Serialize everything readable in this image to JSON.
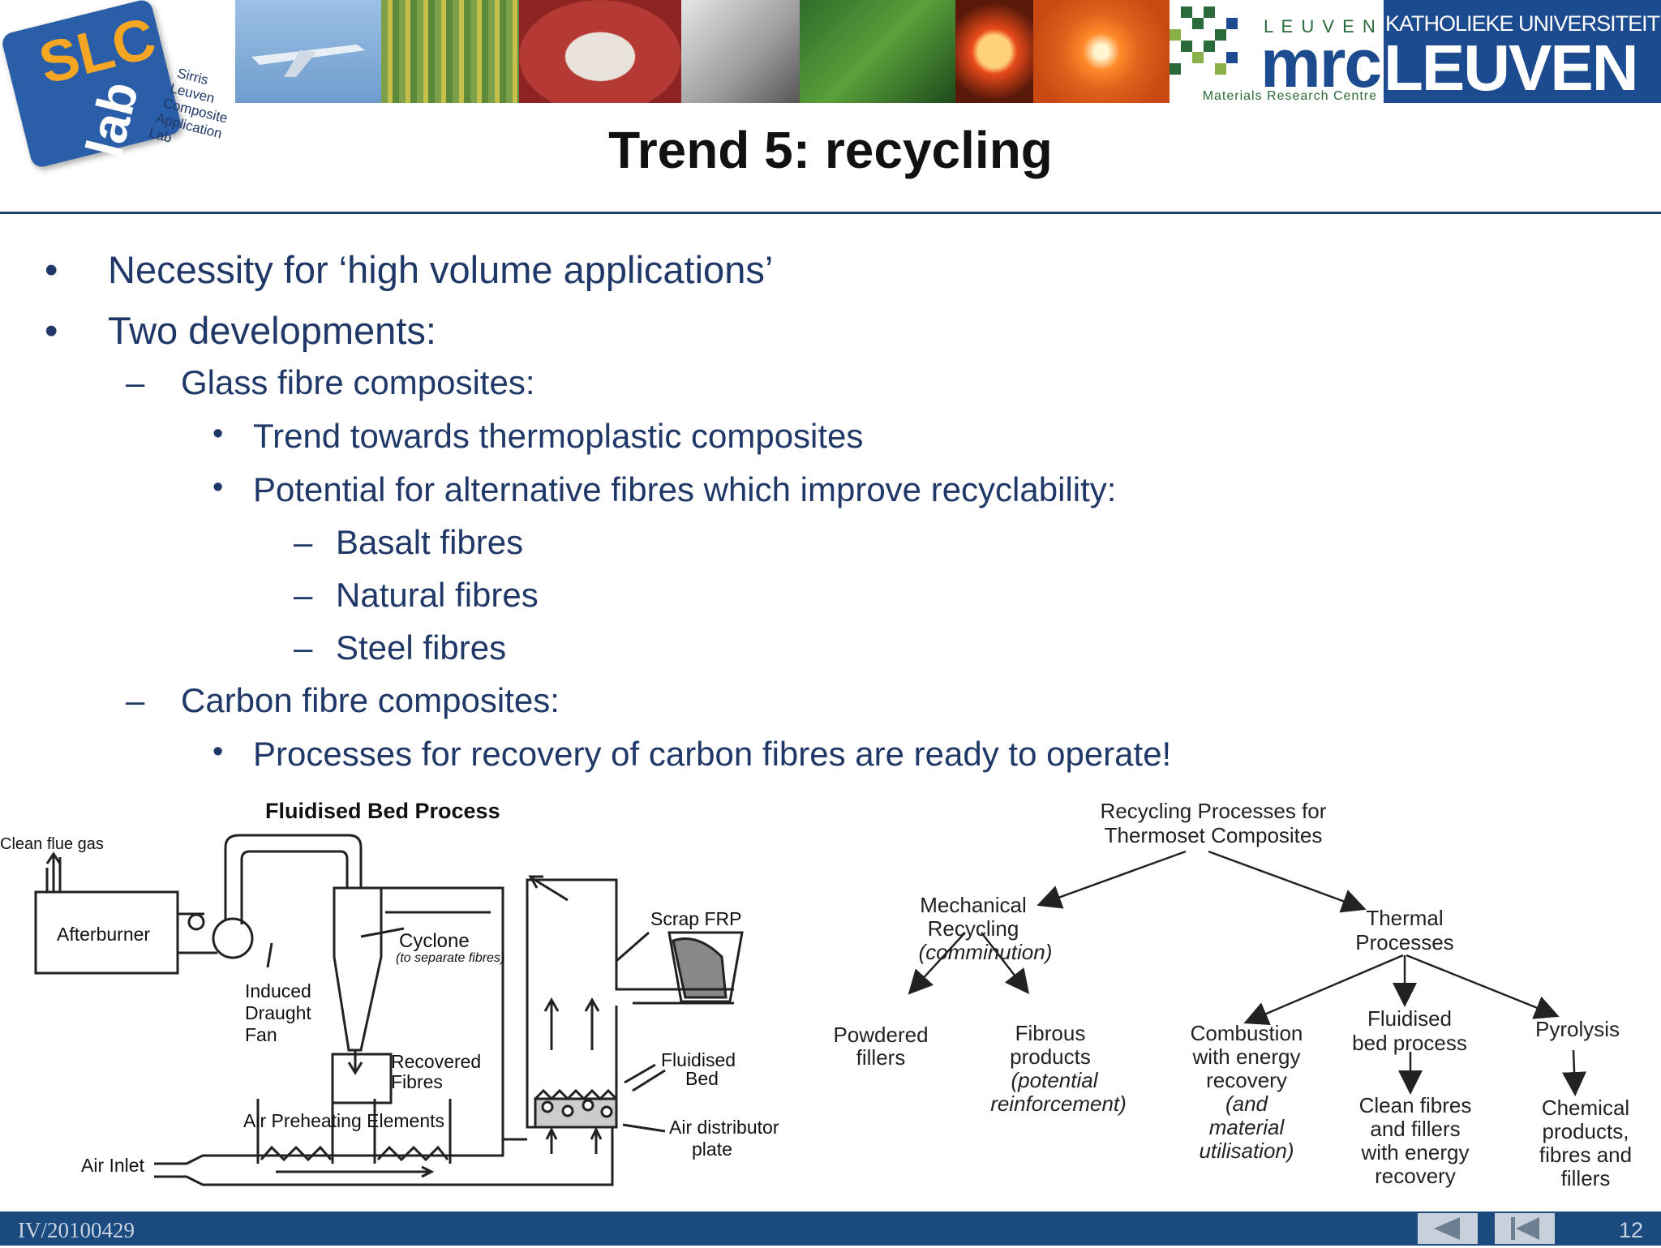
{
  "header": {
    "slc_logo": {
      "line1": "SLC",
      "line2": "lab",
      "sub": [
        "Sirris",
        "Leuven",
        "Composite",
        "Application",
        "Lab"
      ]
    },
    "mrc_logo": {
      "top": "L E U V E N",
      "main": "mrc",
      "sub": "Materials Research Centre"
    },
    "kul_logo": {
      "top": "KATHOLIEKE UNIVERSITEIT",
      "main": "LEUVEN"
    },
    "strip_colors": [
      "#8fb3d9",
      "#6e8f4a",
      "#b3322f",
      "#c9c9c9",
      "#2f6a2b",
      "#d85a1a",
      "#e06a1c"
    ]
  },
  "slide": {
    "title": "Trend 5: recycling",
    "bullets": {
      "b1": "Necessity for ‘high volume applications’",
      "b2": "Two developments:",
      "s1": "Glass fibre composites:",
      "s1a": "Trend towards thermoplastic composites",
      "s1b": "Potential for alternative fibres which improve recyclability:",
      "s1b1": "Basalt fibres",
      "s1b2": "Natural fibres",
      "s1b3": "Steel fibres",
      "s2": "Carbon fibre composites:",
      "s2a": "Processes for recovery of carbon fibres are ready to operate!"
    },
    "markers": {
      "bullet": "•",
      "dash": "–"
    }
  },
  "fluidised_diagram": {
    "title": "Fluidised Bed Process",
    "clean_flue_gas": "Clean flue gas",
    "afterburner": "Afterburner",
    "cyclone": "Cyclone",
    "cyclone_note": "(to separate fibres)",
    "fan": [
      "Induced",
      "Draught",
      "Fan"
    ],
    "recovered": [
      "Recovered",
      "Fibres"
    ],
    "air_preheating": "Air Preheating Elements",
    "air_inlet": "Air Inlet",
    "scrap": "Scrap FRP",
    "fluidised_bed": [
      "Fluidised",
      "Bed"
    ],
    "air_distributor": [
      "Air distributor",
      "plate"
    ]
  },
  "tree_diagram": {
    "root": [
      "Recycling Processes for",
      "Thermoset Composites"
    ],
    "mech": [
      "Mechanical",
      "Recycling",
      "(comminution)"
    ],
    "thermal": [
      "Thermal",
      "Processes"
    ],
    "powdered": [
      "Powdered",
      "fillers"
    ],
    "fibrous": [
      "Fibrous",
      "products",
      "(potential",
      "reinforcement)"
    ],
    "combustion": [
      "Combustion",
      "with energy",
      "recovery",
      "(and",
      "material",
      "utilisation)"
    ],
    "fluidised": [
      "Fluidised",
      "bed process"
    ],
    "clean": [
      "Clean fibres",
      "and fillers",
      "with energy",
      "recovery"
    ],
    "pyrolysis": [
      "Pyrolysis"
    ],
    "chemical": [
      "Chemical",
      "products,",
      "fibres and",
      "fillers"
    ]
  },
  "footer": {
    "code": "IV/20100429",
    "page": "12"
  }
}
